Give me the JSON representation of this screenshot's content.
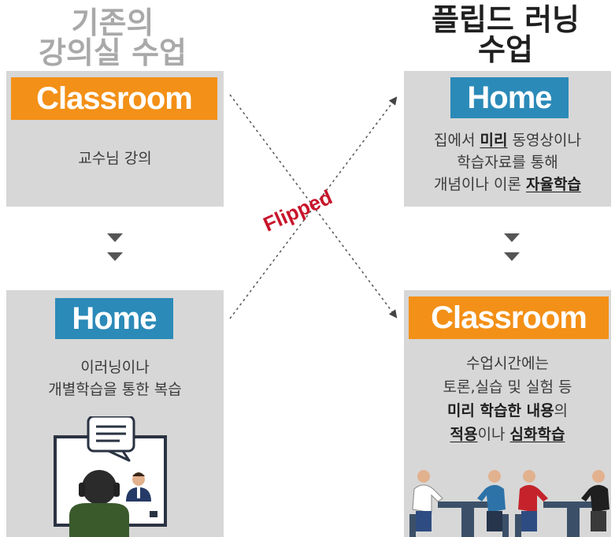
{
  "traditional": {
    "title_line1": "기존의",
    "title_line2": "강의실 수업",
    "step1_badge": "Classroom",
    "step1_desc": "교수님 강의",
    "step2_badge": "Home",
    "step2_desc_line1": "이러닝이나",
    "step2_desc_line2": "개별학습을 통한 복습"
  },
  "flipped": {
    "title_line1": "플립드 러닝",
    "title_line2": "수업",
    "step1_badge": "Home",
    "step1_line1_a": "집에서 ",
    "step1_line1_b": "미리",
    "step1_line1_c": " 동영상이나",
    "step1_line2": "학습자료를 통해",
    "step1_line3_a": "개념이나 이론 ",
    "step1_line3_b": "자율학습",
    "step2_badge": "Classroom",
    "step2_line1": "수업시간에는",
    "step2_line2": "토론,실습 및 실험 등",
    "step2_line3_a": "미리 학습한 내용",
    "step2_line3_b": "의",
    "step2_line4_a": "적용",
    "step2_line4_b": "이나 ",
    "step2_line4_c": "심화학습"
  },
  "center_label": "Flipped",
  "colors": {
    "classroom_badge": "#f39017",
    "home_badge": "#2b8ab8",
    "card_bg": "#d7d7d7",
    "flipped_text": "#c8152b"
  },
  "icons": [
    "down-arrow-icon",
    "online-lecture-illustration",
    "group-discussion-illustration"
  ]
}
